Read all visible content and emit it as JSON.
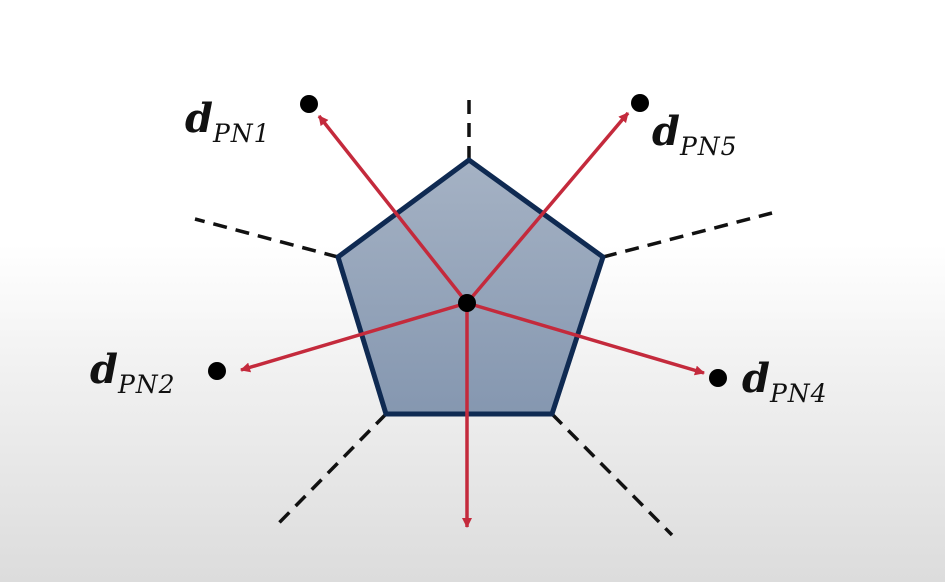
{
  "diagram": {
    "center_point": "centroid-dot",
    "labels": [
      {
        "id": "pn1",
        "main": "d",
        "sub": "PN1"
      },
      {
        "id": "pn2",
        "main": "d",
        "sub": "PN2"
      },
      {
        "id": "pn4",
        "main": "d",
        "sub": "PN4"
      },
      {
        "id": "pn5",
        "main": "d",
        "sub": "PN5"
      }
    ],
    "colors": {
      "pentagon_fill": "#95a5ba",
      "pentagon_stroke": "#0f2a52",
      "arrow": "#c42a3c",
      "dashed_line": "#111111",
      "dot": "#000000"
    }
  }
}
